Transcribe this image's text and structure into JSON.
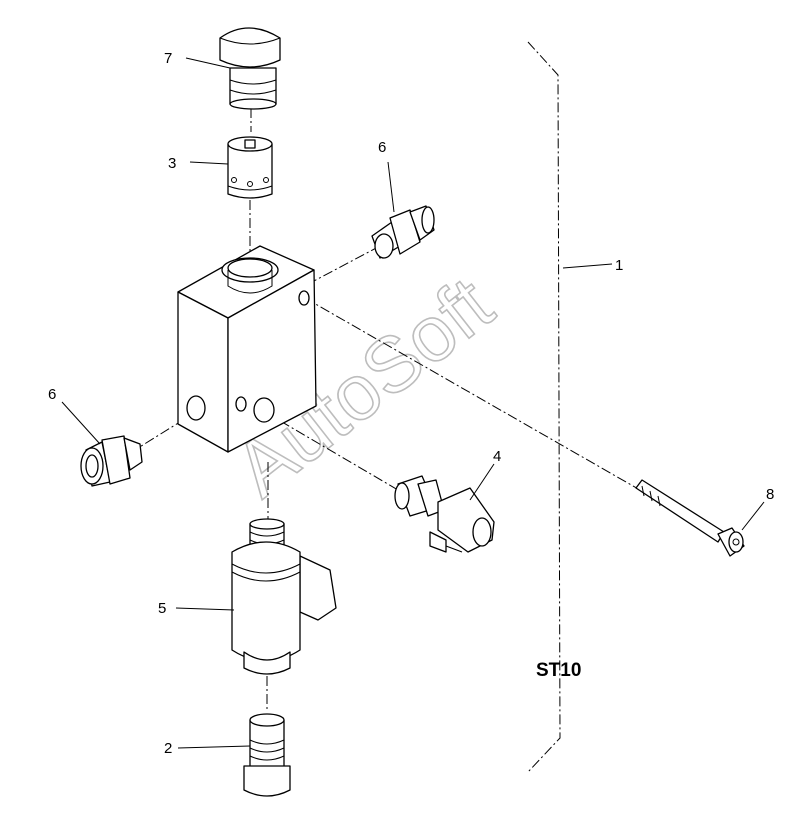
{
  "drawing": {
    "frame_label": "ST10",
    "watermark": "AutoSoft",
    "callouts": {
      "c1": "1",
      "c2": "2",
      "c3": "3",
      "c4": "4",
      "c5": "5",
      "c6a": "6",
      "c6b": "6",
      "c7": "7",
      "c8": "8"
    }
  }
}
